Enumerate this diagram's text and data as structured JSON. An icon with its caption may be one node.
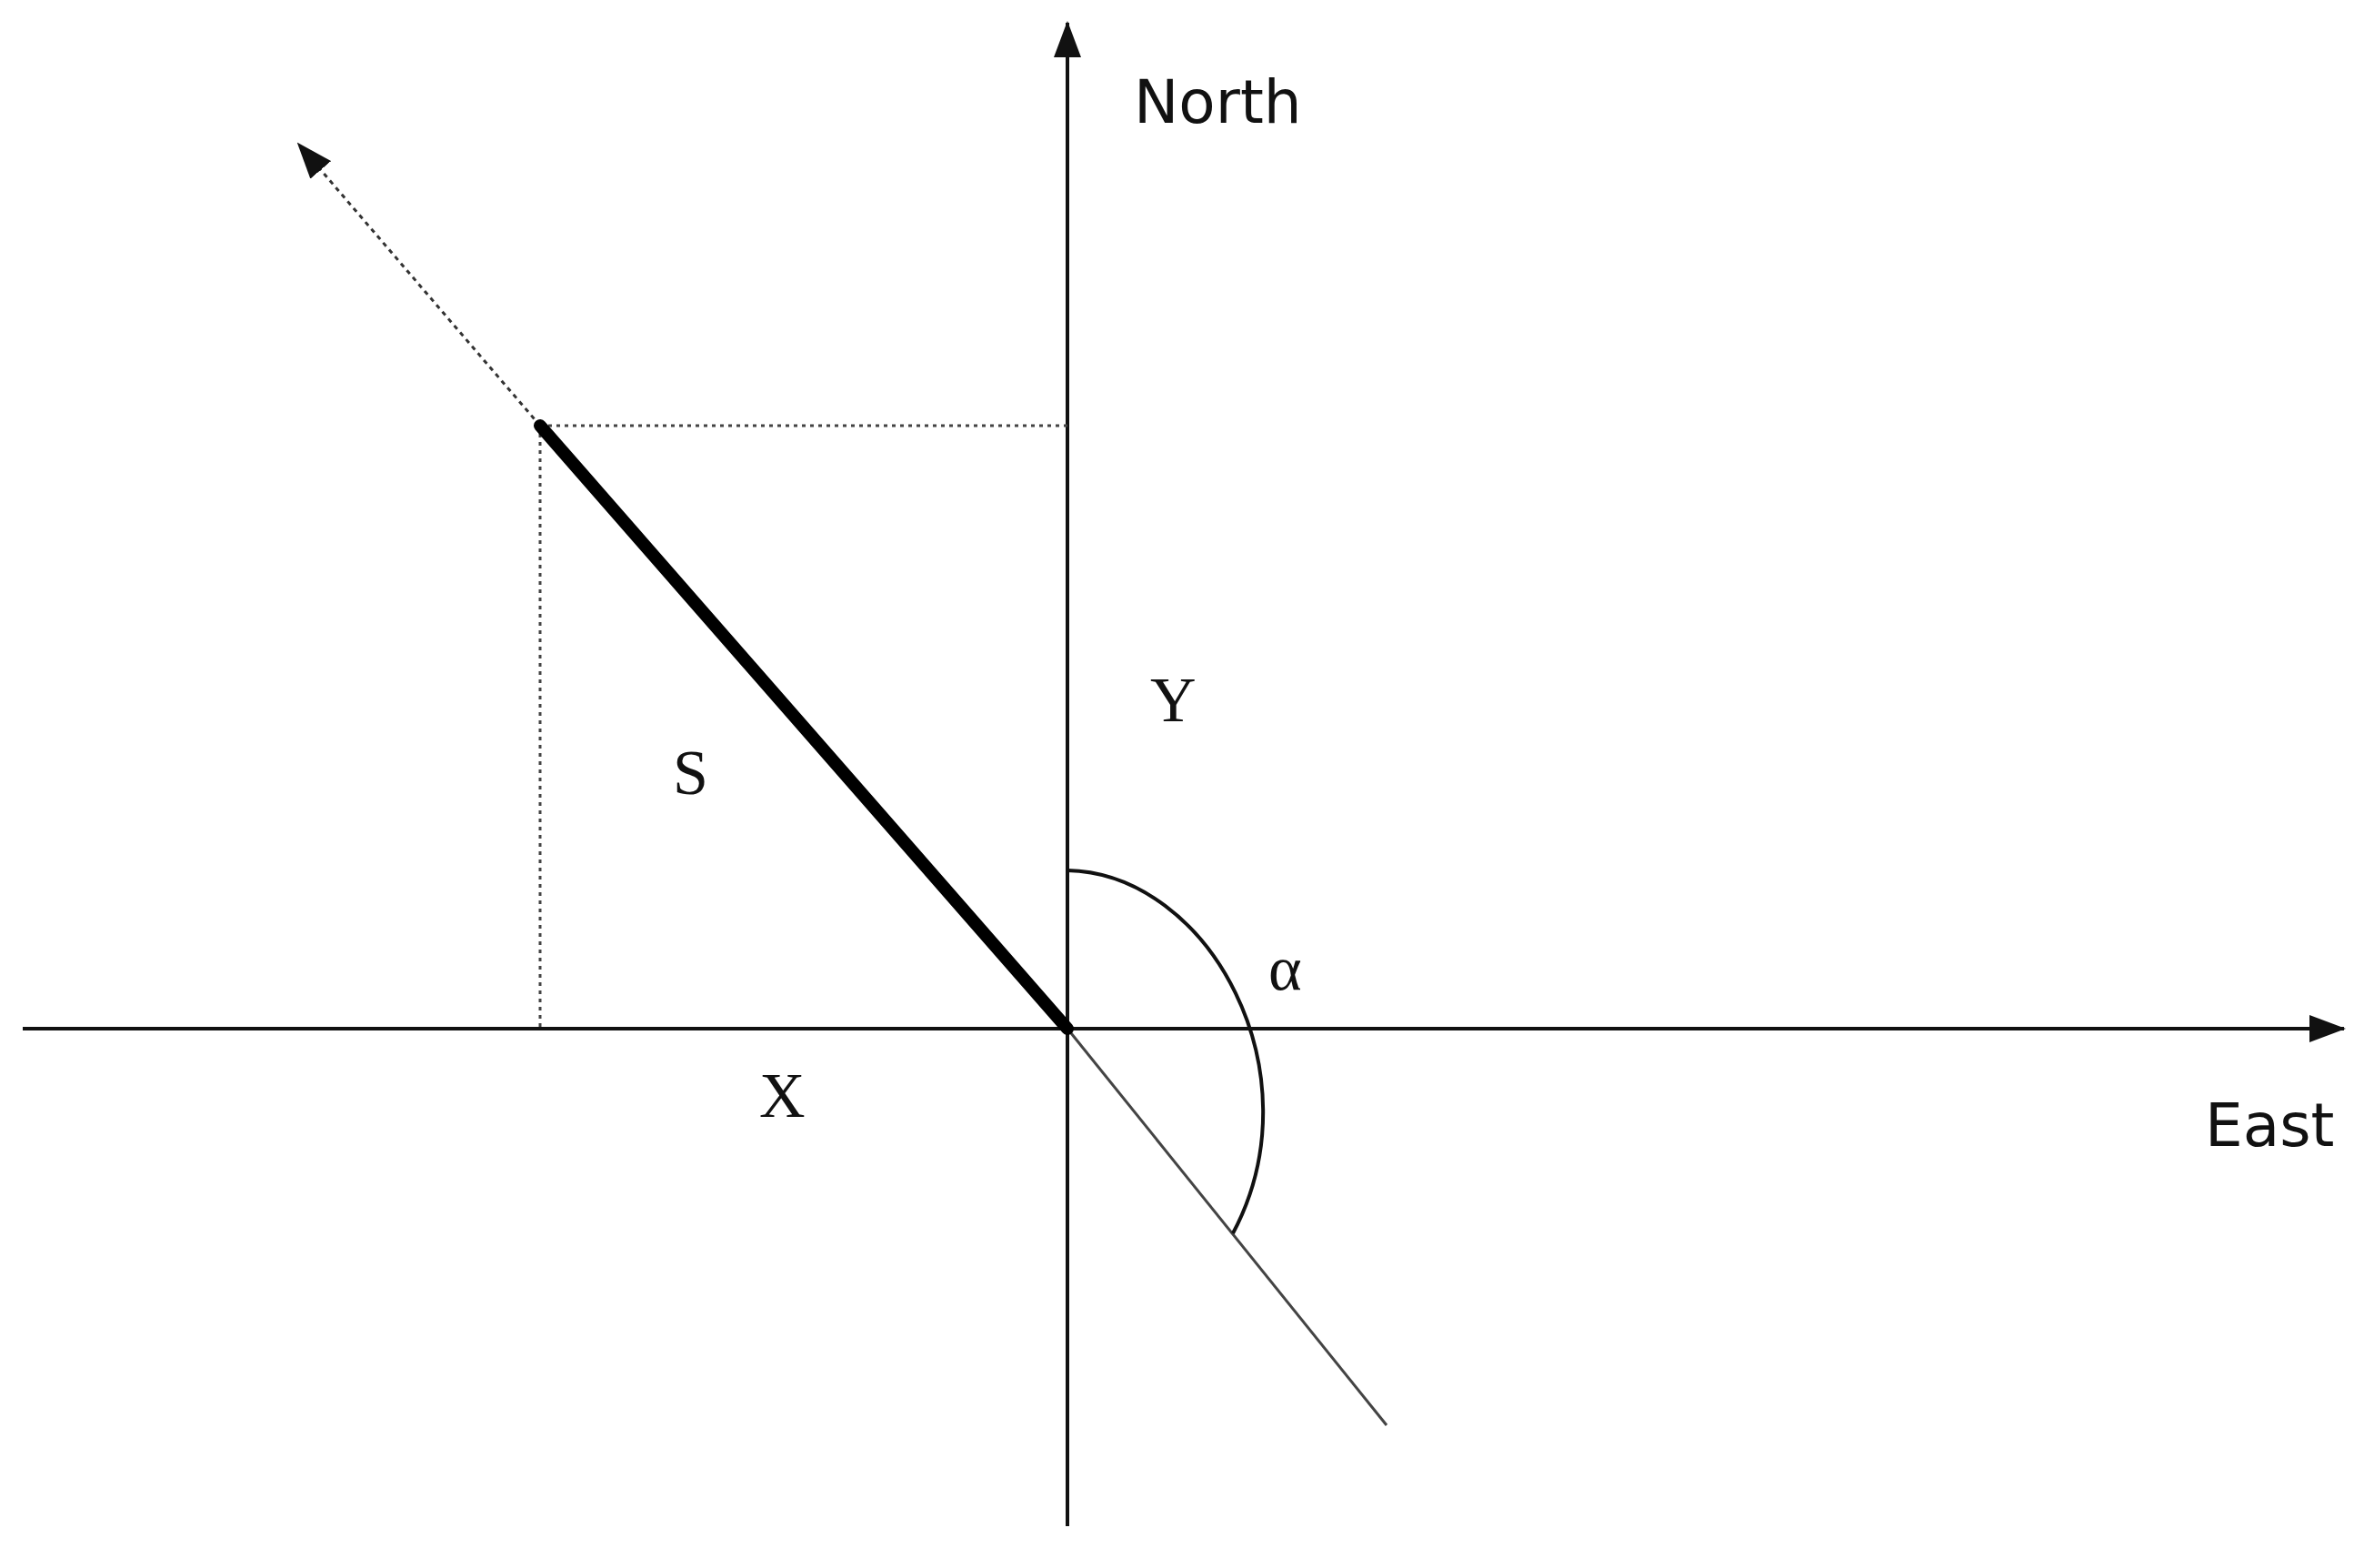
{
  "diagram": {
    "labels": [
      "North",
      "Y",
      "S",
      "α",
      "X",
      "East"
    ]
  }
}
